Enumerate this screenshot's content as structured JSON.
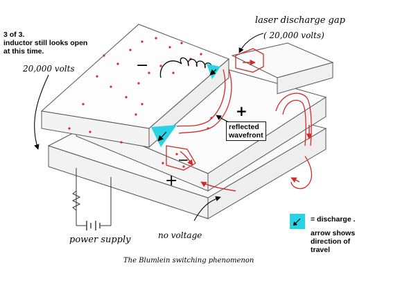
{
  "annotations": {
    "step_line1": "3 of 3.",
    "step_line2": "inductor still looks open",
    "step_line3": "at this time.",
    "voltage_left": "20,000 volts",
    "gap_title": "laser discharge gap",
    "gap_voltage": "( 20,000 volts)",
    "reflected1": "reflected",
    "reflected2": "wavefront",
    "power_supply": "power supply",
    "no_voltage": "no voltage",
    "caption": "The Blumlein switching phenomenon"
  },
  "legend": {
    "title": "= discharge .",
    "line1": "arrow shows",
    "line2": "direction of",
    "line3": "travel",
    "color": "#29d3e4"
  },
  "signs": {
    "minus_top": "−",
    "plus_mid": "+",
    "minus_mid": "−",
    "plus_bottom": "+"
  },
  "colors": {
    "wave": "#d42a2a",
    "plate": "#555555",
    "discharge": "#29d3e4"
  },
  "icons": [
    "inductor-coil-icon",
    "discharge-arrow-icon",
    "resistor-icon",
    "battery-icon"
  ]
}
